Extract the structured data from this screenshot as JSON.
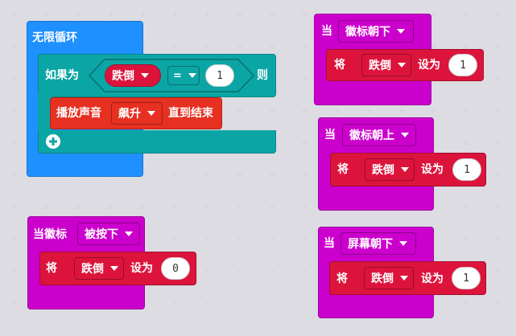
{
  "colors": {
    "loop": "#1e90ff",
    "logic": "#0ca5a5",
    "music": "#e63022",
    "variables": "#dc143c",
    "input": "#cc00cc"
  },
  "forever": {
    "label": "无限循环"
  },
  "if_block": {
    "if_label": "如果为",
    "variable": "跌倒",
    "operator": "=",
    "value": "1",
    "then_label": "则",
    "add_icon": "plus-circle-icon"
  },
  "sound_block": {
    "label": "播放声音",
    "sound": "飙升",
    "mode": "直到结束"
  },
  "events": [
    {
      "prefix": "当",
      "gesture": "徽标朝下",
      "set_label": "将",
      "variable": "跌倒",
      "to_label": "设为",
      "value": "1"
    },
    {
      "prefix": "当",
      "gesture": "徽标朝上",
      "set_label": "将",
      "variable": "跌倒",
      "to_label": "设为",
      "value": "1"
    },
    {
      "prefix": "当徽标",
      "gesture": "被按下",
      "set_label": "将",
      "variable": "跌倒",
      "to_label": "设为",
      "value": "0"
    },
    {
      "prefix": "当",
      "gesture": "屏幕朝下",
      "set_label": "将",
      "variable": "跌倒",
      "to_label": "设为",
      "value": "1"
    }
  ]
}
